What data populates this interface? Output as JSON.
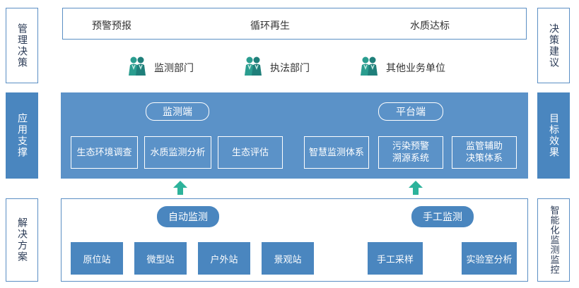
{
  "left_labels": [
    "管理决策",
    "应用支撑",
    "解决方案"
  ],
  "right_labels": [
    "决策建议",
    "目标效果",
    "智能化监测监控"
  ],
  "decision_items": [
    "预警预报",
    "循环再生",
    "水质达标"
  ],
  "units": [
    "监测部门",
    "执法部门",
    "其他业务单位"
  ],
  "app": {
    "monitor_end": "监测端",
    "platform_end": "平台端",
    "monitor_boxes": [
      "生态环境调查",
      "水质监测分析",
      "生态评估"
    ],
    "platform_boxes": [
      "智慧监测体系",
      "污染预警\n溯源系统",
      "监管辅助\n决策体系"
    ]
  },
  "solution": {
    "auto": "自动监测",
    "manual": "手工监测",
    "auto_boxes": [
      "原位站",
      "微型站",
      "户外站",
      "景观站"
    ],
    "manual_boxes": [
      "手工采样",
      "实验室分析"
    ]
  },
  "colors": {
    "primary": "#4a86bf",
    "band": "#5b92c8",
    "border": "#5b8fc4",
    "arrow": "#2db39b",
    "people_icon": "#2a9d8f"
  }
}
